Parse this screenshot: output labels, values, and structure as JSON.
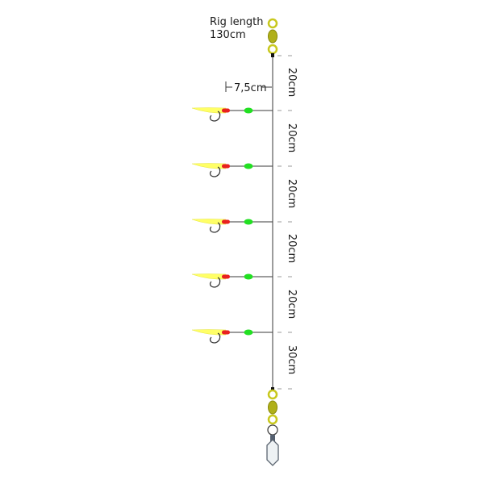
{
  "rig": {
    "title": "Rig length",
    "length": "130cm"
  },
  "dropper_length_label": "7,5cm",
  "segments": [
    {
      "label": "20cm"
    },
    {
      "label": "20cm"
    },
    {
      "label": "20cm"
    },
    {
      "label": "20cm"
    },
    {
      "label": "20cm"
    },
    {
      "label": "30cm"
    }
  ],
  "hook_count": 5,
  "colors": {
    "line": "#3a3a3a",
    "swivel": "#c8c81e",
    "swivel_dark": "#8a8a0a",
    "lure_body": "#ffff66",
    "bead_red": "#e82020",
    "bead_green": "#22e022",
    "hook": "#333333",
    "sinker": "#e8eef2",
    "dash": "#9a9a9a"
  }
}
